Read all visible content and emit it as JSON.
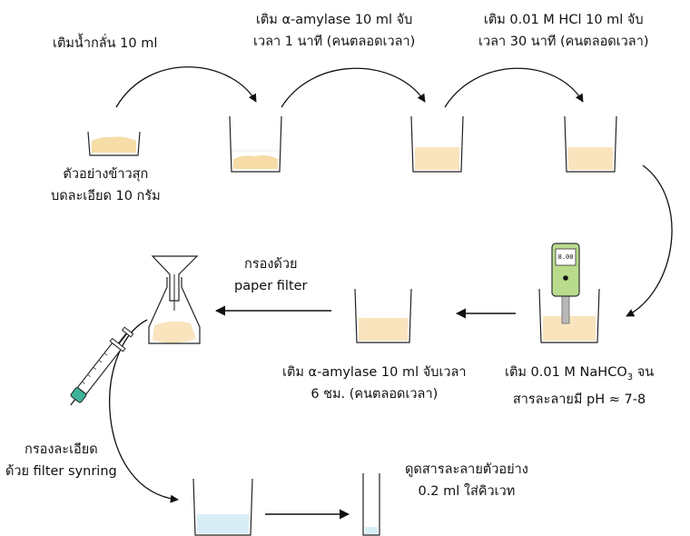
{
  "steps": {
    "sample": {
      "line1": "ตัวอย่างข้าวสุก",
      "line2": "บดละเอียด 10 กรัม"
    },
    "add_water": {
      "text": "เติมน้ำกลั่น 10 ml"
    },
    "add_amylase_1": {
      "line1": "เติม α-amylase 10 ml จับ",
      "line2": "เวลา 1 นาที (คนตลอดเวลา)"
    },
    "add_hcl": {
      "line1": "เติม 0.01 M HCl 10 ml จับ",
      "line2": "เวลา 30 นาที (คนตลอดเวลา)"
    },
    "add_nahco3": {
      "line1_a": "เติม 0.01 M NaHCO",
      "line1_sub": "3",
      "line1_b": " จน",
      "line2": "สารละลายมี pH ≈ 7-8"
    },
    "add_amylase_2": {
      "line1": "เติม α-amylase 10 ml จับเวลา",
      "line2": "6 ชม. (คนตลอดเวลา)"
    },
    "paper_filter": {
      "line1": "กรองด้วย",
      "line2": "paper filter"
    },
    "syringe_filter": {
      "line1": "กรองละเอียด",
      "line2": "ด้วย filter synring"
    },
    "cuvette": {
      "line1": "ดูดสารละลายตัวอย่าง",
      "line2": "0.2 ml ใส่คิวเวท"
    }
  },
  "ph_meter": {
    "display": "8.00"
  },
  "colors": {
    "sample": "#f9e4bd",
    "blue_solution": "#d8eef7",
    "meter_body": "#b9dc8c",
    "syringe_tip": "#3fb39a"
  }
}
